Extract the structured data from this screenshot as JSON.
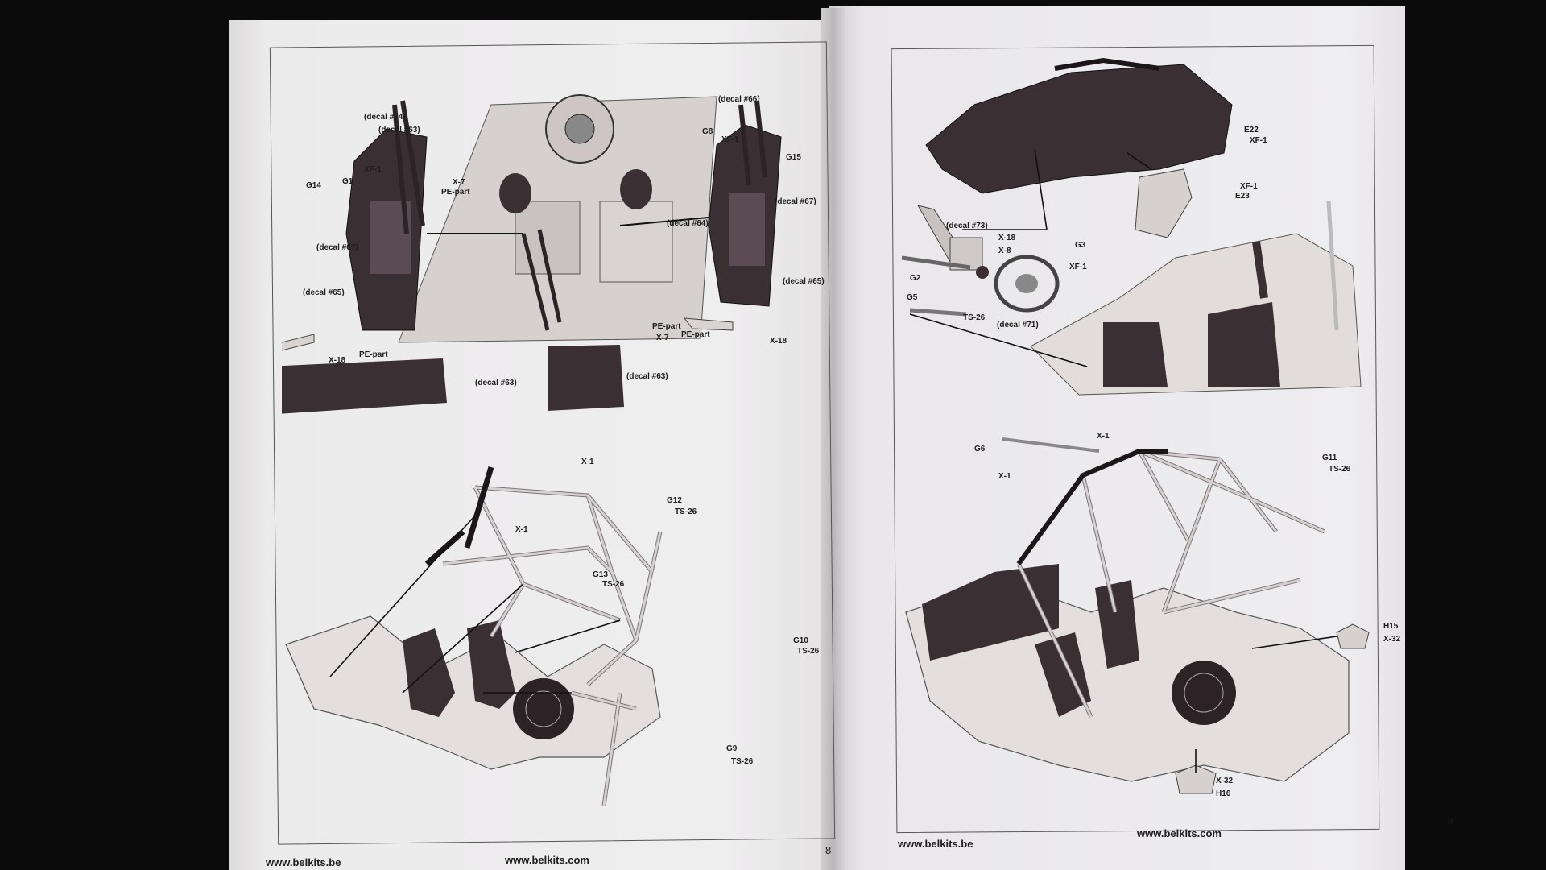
{
  "left_page": {
    "footer_url_left": "www.belkits.be",
    "footer_url_center": "www.belkits.com",
    "page_number": "8",
    "seats_diagram": {
      "labels": {
        "decal64_a": "(decal #64)",
        "decal63_a": "(decal #63)",
        "xf1_a": "XF-1",
        "g14": "G14",
        "g1": "G1",
        "x7_a": "X-7",
        "pe_part_a": "PE-part",
        "decal67_a": "(decal #67)",
        "decal65_a": "(decal #65)",
        "x18_a": "X-18",
        "pe_part_b": "PE-part",
        "decal63_b": "(decal #63)",
        "decal66": "(decal #66)",
        "g8": "G8",
        "xf1_b": "XF-1",
        "g15": "G15",
        "decal67_b": "(decal #67)",
        "decal64_b": "(decal #64)",
        "decal65_b": "(decal #65)",
        "pe_part_c": "PE-part",
        "x7_b": "X-7",
        "pe_part_d": "PE-part",
        "x18_b": "X-18",
        "decal63_c": "(decal #63)"
      }
    },
    "rollcage_diagram": {
      "labels": {
        "x1_a": "X-1",
        "g12": "G12",
        "ts26_a": "TS-26",
        "x1_b": "X-1",
        "g13": "G13",
        "ts26_b": "TS-26",
        "g10": "G10",
        "ts26_c": "TS-26",
        "g9": "G9",
        "ts26_d": "TS-26"
      }
    }
  },
  "right_page": {
    "footer_url_left": "www.belkits.be",
    "footer_url_center": "www.belkits.com",
    "page_number": "9",
    "dashboard_diagram": {
      "labels": {
        "e22": "E22",
        "xf1_a": "XF-1",
        "xf1_b": "XF-1",
        "e23": "E23",
        "decal73": "(decal #73)",
        "x18": "X-18",
        "x8": "X-8",
        "g3": "G3",
        "xf1_c": "XF-1",
        "g2": "G2",
        "g5": "G5",
        "ts26": "TS-26",
        "decal71": "(decal #71)"
      }
    },
    "car_diagram": {
      "labels": {
        "g6": "G6",
        "x1_a": "X-1",
        "x1_b": "X-1",
        "g11": "G11",
        "ts26": "TS-26",
        "h15": "H15",
        "x32_a": "X-32",
        "x32_b": "X-32",
        "h16": "H16"
      }
    }
  },
  "colors": {
    "paper": "#eceaeb",
    "ink": "#1d1d1d",
    "dark_part": "#3a2f33",
    "light_part": "#cfc9c8",
    "background": "#0b0b0b"
  }
}
